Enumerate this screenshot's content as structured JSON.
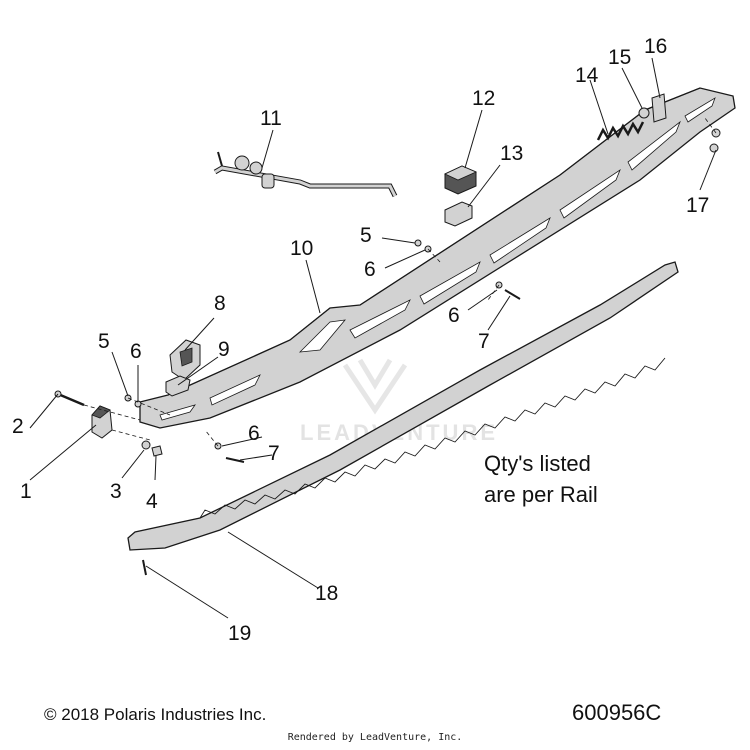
{
  "callouts": {
    "c1": "1",
    "c2": "2",
    "c3": "3",
    "c4": "4",
    "c5a": "5",
    "c5b": "5",
    "c6a": "6",
    "c6b": "6",
    "c6c": "6",
    "c6d": "6",
    "c7a": "7",
    "c7b": "7",
    "c8": "8",
    "c9": "9",
    "c10": "10",
    "c11": "11",
    "c12": "12",
    "c13": "13",
    "c14": "14",
    "c15": "15",
    "c16": "16",
    "c17": "17",
    "c18": "18",
    "c19": "19"
  },
  "note": {
    "line1": "Qty's listed",
    "line2": "are per Rail"
  },
  "footer": {
    "copyright": "© 2018 Polaris Industries Inc.",
    "part_code": "600956C",
    "rendered_by": "Rendered by LeadVenture, Inc."
  },
  "watermark": {
    "text": "LEADVENTURE"
  },
  "colors": {
    "part_fill": "#d2d2d2",
    "part_stroke": "#1a1a1a",
    "dark_fill": "#555555"
  }
}
